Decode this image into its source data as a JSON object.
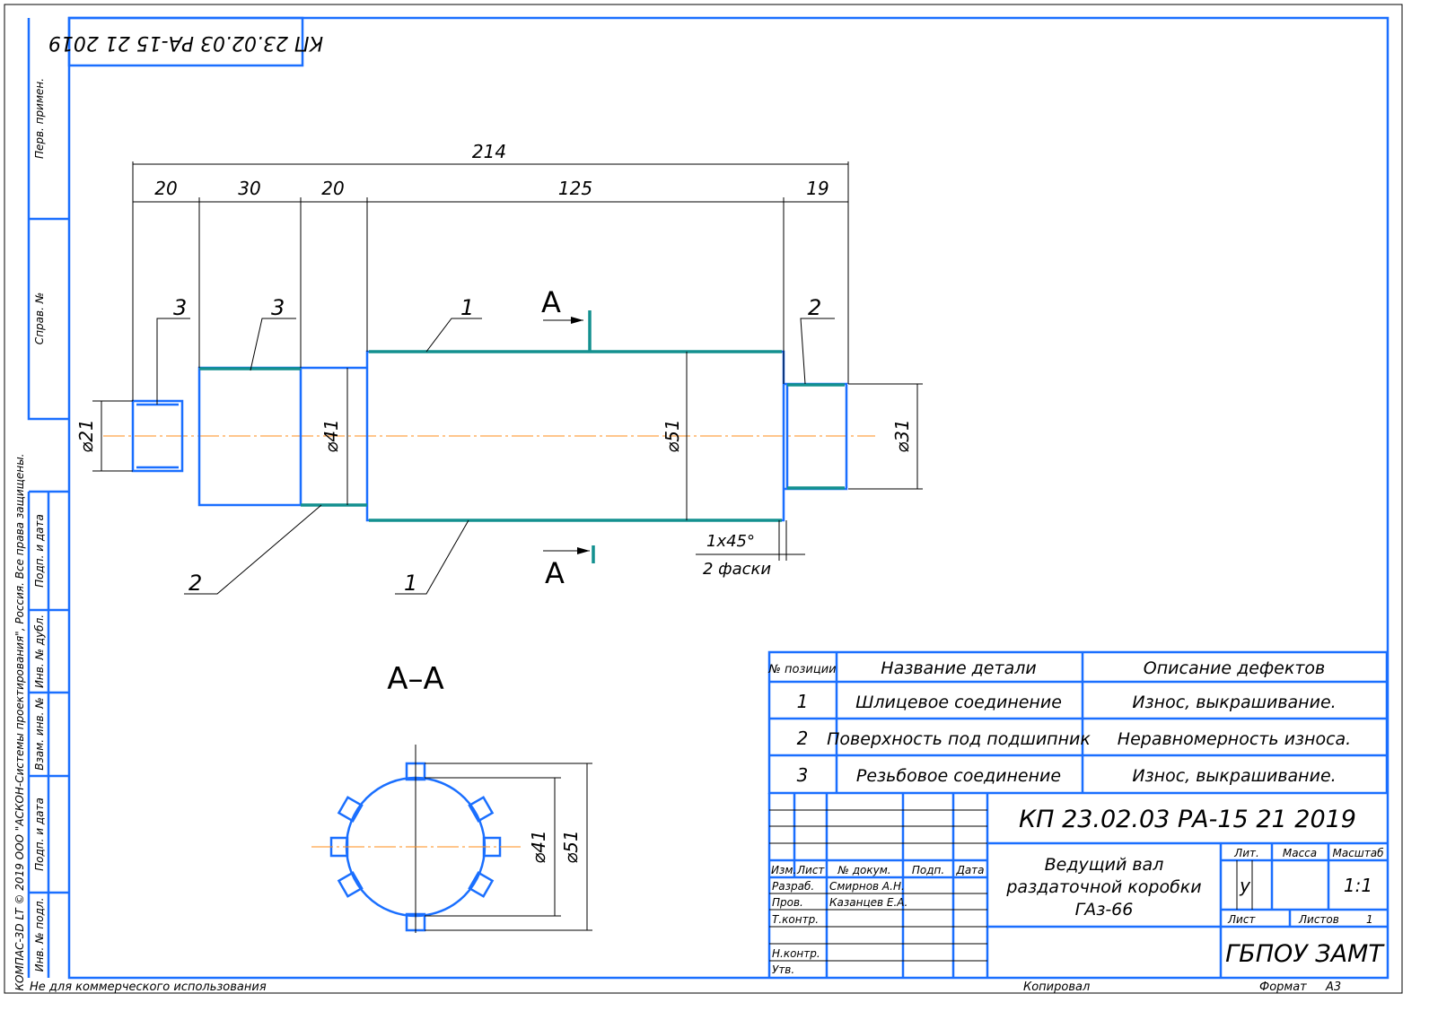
{
  "stamp_top": "КП 23.02.03 РА-15 21 2019",
  "side": {
    "perv": "Перв. примен.",
    "sprav": "Справ. №",
    "podp1": "Подп. и дата",
    "inv_dubl": "Инв. № дубл.",
    "vzam": "Взам. инв. №",
    "podp2": "Подп. и дата",
    "inv_podl": "Инв. № подл.",
    "copyright": "КОМПАС-3D LT © 2019 ООО \"АСКОН-Системы проектирования\", Россия. Все права защищены."
  },
  "dims": {
    "total": "214",
    "d1": "20",
    "d2": "30",
    "d3": "20",
    "d4": "125",
    "d5": "19",
    "phi21": "⌀21",
    "phi41": "⌀41",
    "phi51": "⌀51",
    "phi31": "⌀31",
    "chamfer": "1x45°",
    "chamfer_count": "2 фаски",
    "sec_phi41": "⌀41",
    "sec_phi51": "⌀51"
  },
  "callouts": {
    "c3a": "3",
    "c3b": "3",
    "c1a": "1",
    "c2a": "2",
    "c2b": "2",
    "c1b": "1",
    "secA1": "А",
    "secA2": "А",
    "section_title": "А–А"
  },
  "table": {
    "headers": [
      "№ позиции",
      "Название детали",
      "Описание дефектов"
    ],
    "rows": [
      [
        "1",
        "Шлицевое соединение",
        "Износ, выкрашивание."
      ],
      [
        "2",
        "Поверхность под подшипник",
        "Неравномерность износа."
      ],
      [
        "3",
        "Резьбовое соединение",
        "Износ, выкрашивание."
      ]
    ]
  },
  "title_block": {
    "doc": "КП 23.02.03 РА-15 21 2019",
    "name1": "Ведущий вал",
    "name2": "раздаточной коробки",
    "name3": "ГАз-66",
    "izm": "Изм.",
    "list": "Лист",
    "ndoc": "№ докум.",
    "podp": "Подп.",
    "data": "Дата",
    "razrab": "Разраб.",
    "razrab_name": "Смирнов А.Н.",
    "prov": "Пров.",
    "prov_name": "Казанцев Е.А.",
    "tkontr": "Т.контр.",
    "nkontr": "Н.контр.",
    "utv": "Утв.",
    "lit": "Лит.",
    "massa": "Масса",
    "masshtab": "Масштаб",
    "lit_val": "у",
    "scale": "1:1",
    "list_l": "Лист",
    "listov": "Листов",
    "listov_val": "1",
    "org": "ГБПОУ ЗАМТ"
  },
  "footer": {
    "noncommercial": "Не для коммерческого использования",
    "kopiroval": "Копировал",
    "format": "Формат",
    "format_val": "A3"
  }
}
